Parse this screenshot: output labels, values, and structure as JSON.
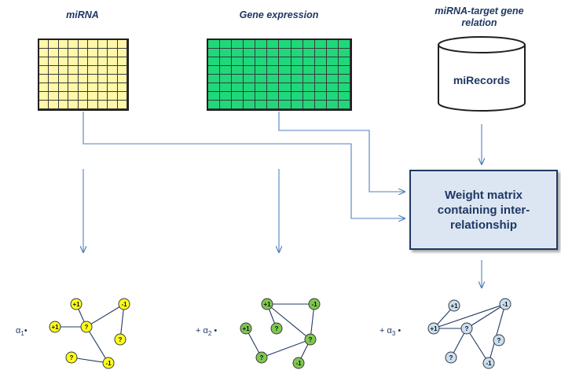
{
  "inputs": {
    "mirna_title": "miRNA",
    "gene_title": "Gene expression",
    "relation_title": "miRNA-target gene relation"
  },
  "database": {
    "label": "miRecords"
  },
  "weight_matrix": {
    "label": "Weight matrix containing inter-relationship"
  },
  "colors": {
    "mirna_fill": "#fff8a8",
    "gene_fill": "#1fd87a",
    "arrow": "#4f81bd",
    "net1_node": "#ffff1a",
    "net2_node": "#7ec850",
    "net3_node": "#c9dff2"
  },
  "coefficients": {
    "alpha1": {
      "prefix": "",
      "symbol": "α",
      "sub": "1",
      "suffix": "•"
    },
    "alpha2": {
      "prefix": "+ ",
      "symbol": "α",
      "sub": "2",
      "suffix": " •"
    },
    "alpha3": {
      "prefix": "+ ",
      "symbol": "α",
      "sub": "3",
      "suffix": " •"
    }
  },
  "networks": [
    {
      "name": "mirna-network",
      "node_labels": [
        "+1",
        "-1",
        "+1",
        "?",
        "?",
        "?",
        "-1"
      ]
    },
    {
      "name": "gene-network",
      "node_labels": [
        "+1",
        "-1",
        "+1",
        "?",
        "?",
        "?",
        "-1"
      ]
    },
    {
      "name": "weight-network",
      "node_labels": [
        "+1",
        "-1",
        "+1",
        "?",
        "?",
        "?",
        "-1"
      ]
    }
  ]
}
